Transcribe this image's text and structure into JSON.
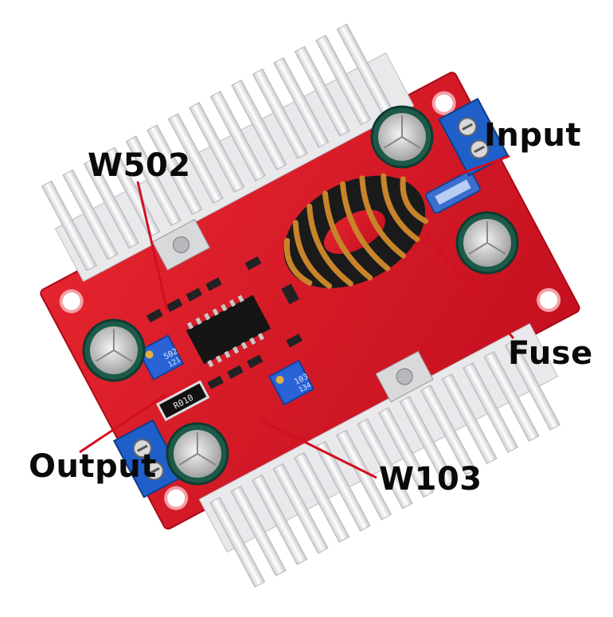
{
  "callouts": {
    "w502": "W502",
    "input": "Input",
    "fuse": "Fuse",
    "output": "Output",
    "w103": "W103"
  },
  "pot_markings": {
    "w502_body": "502",
    "w502_code": "121",
    "w103_body": "103",
    "w103_code": "134"
  },
  "resistor_marking": "R010",
  "colors": {
    "pcb": "#d8182a",
    "heatsink": "#f1f1f3",
    "terminal_block": "#1f5fc9",
    "trimpot": "#2a63d6",
    "capacitor": "#1c5a4a",
    "inductor_wire": "#c8842a",
    "callout_line": "#d01020"
  }
}
